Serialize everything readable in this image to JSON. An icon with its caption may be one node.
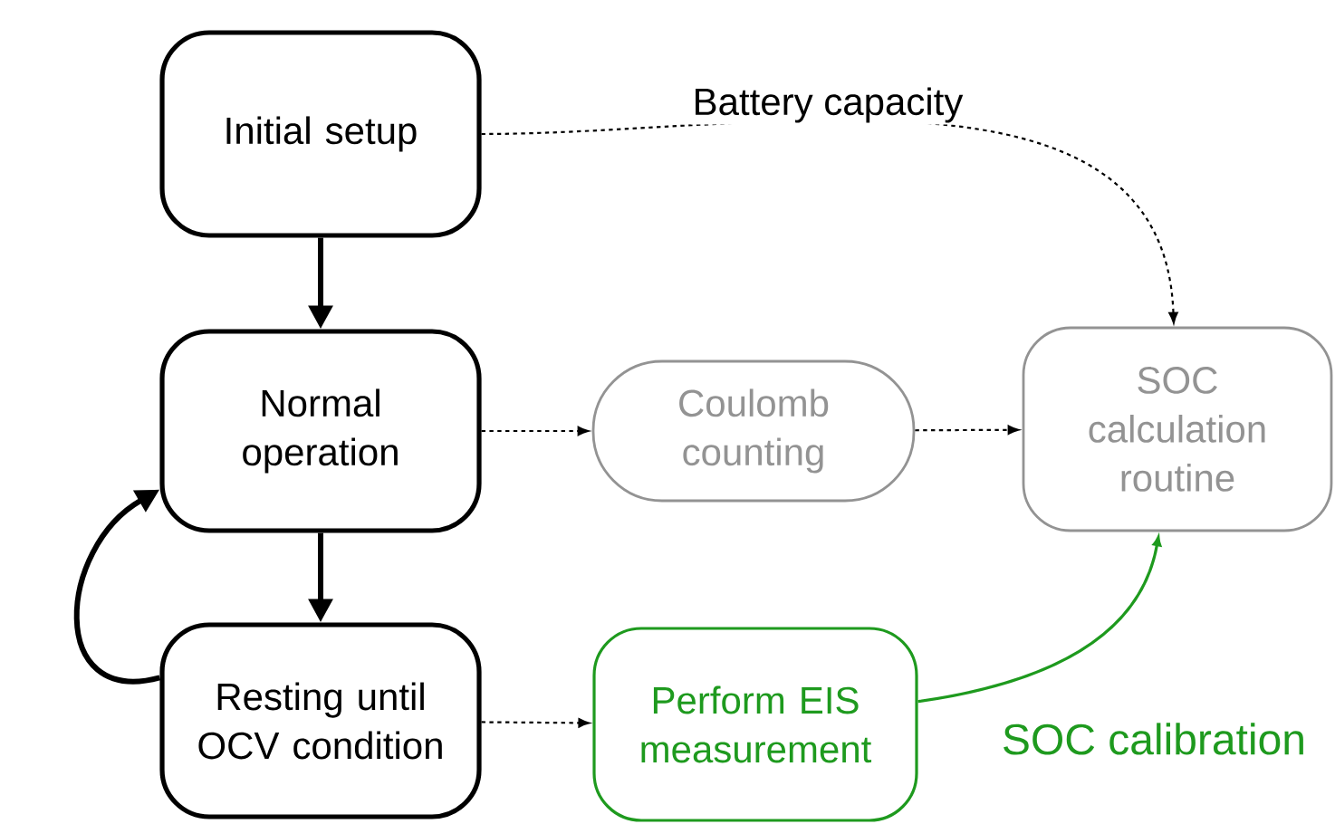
{
  "diagram": {
    "nodes": [
      {
        "text": [
          "Initial setup"
        ]
      },
      {
        "text": [
          "Normal operation"
        ]
      },
      {
        "text": [
          "Resting until OCV condition"
        ]
      },
      {
        "text": [
          "Coulomb counting"
        ]
      },
      {
        "text": [
          "SOC calculation routine"
        ]
      },
      {
        "text": [
          "Perform EIS measurement"
        ]
      }
    ],
    "edges": [
      {
        "from": 0,
        "to": 1,
        "arrow": "to",
        "style": "thick"
      },
      {
        "from": 1,
        "to": 2,
        "arrow": "to",
        "style": "thick"
      },
      {
        "from": 2,
        "to": 1,
        "arrow": "to",
        "style": "thick"
      },
      {
        "from": 0,
        "to": 4,
        "arrow": "to",
        "style": "dashed",
        "label": "Battery capacity"
      },
      {
        "from": 1,
        "to": 3,
        "arrow": "to",
        "style": "dashed"
      },
      {
        "from": 3,
        "to": 4,
        "arrow": "to",
        "style": "dashed"
      },
      {
        "from": 2,
        "to": 5,
        "arrow": "to",
        "style": "dashed"
      },
      {
        "from": 5,
        "to": 4,
        "arrow": "to",
        "color": "#1e9a1e",
        "label": "SOC calibration"
      }
    ]
  }
}
